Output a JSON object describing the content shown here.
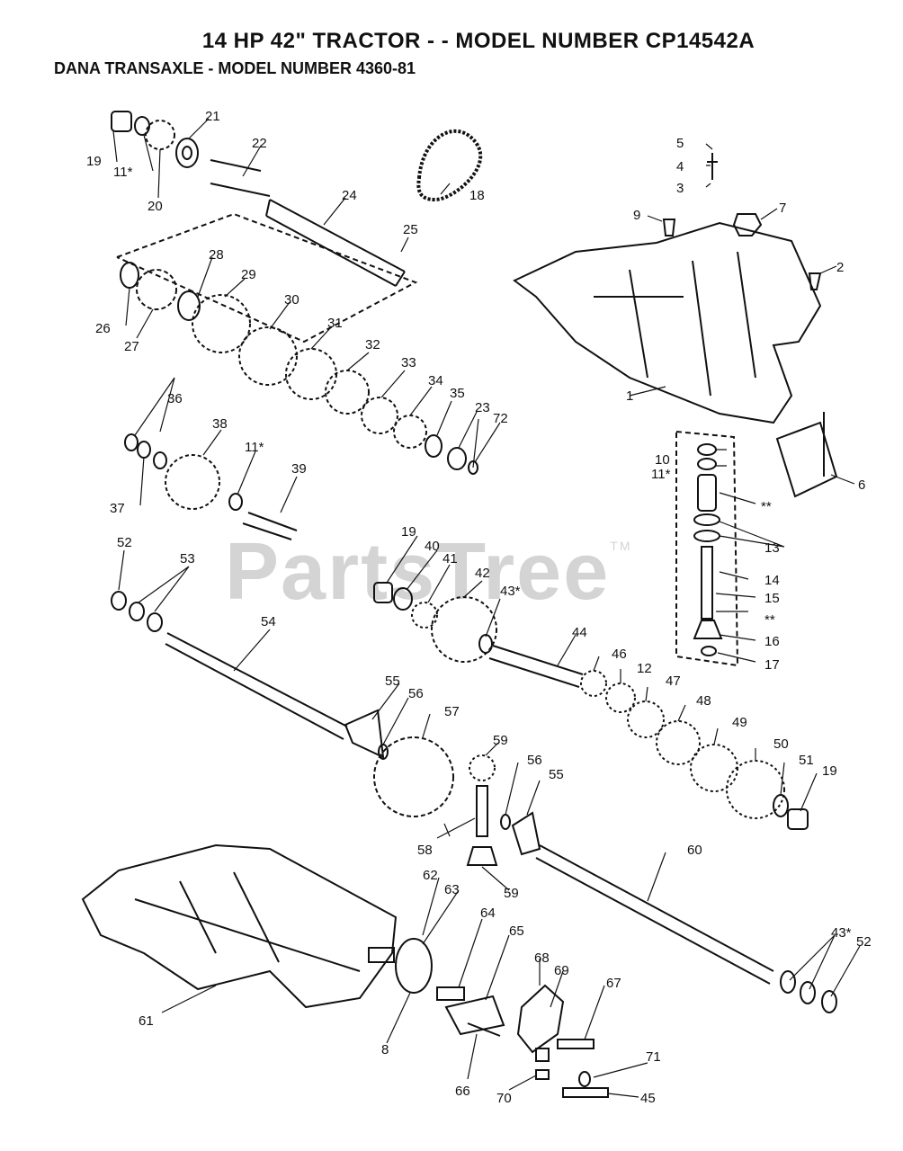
{
  "title": "14 HP 42\" TRACTOR - - MODEL NUMBER CP14542A",
  "subtitle": "DANA TRANSAXLE - MODEL NUMBER 4360-81",
  "watermark": "PartsTree",
  "watermark_tm": "TM",
  "callouts": [
    "1",
    "2",
    "3",
    "4",
    "5",
    "6",
    "7",
    "8",
    "9",
    "10",
    "11*",
    "11*",
    "11*",
    "12",
    "13",
    "14",
    "15",
    "**",
    "**",
    "16",
    "17",
    "18",
    "19",
    "19",
    "19",
    "20",
    "21",
    "22",
    "23",
    "24",
    "25",
    "26",
    "27",
    "28",
    "29",
    "30",
    "31",
    "32",
    "33",
    "34",
    "35",
    "36",
    "37",
    "38",
    "39",
    "40",
    "41",
    "42",
    "43*",
    "43*",
    "44",
    "45",
    "46",
    "47",
    "48",
    "49",
    "50",
    "51",
    "52",
    "52",
    "53",
    "54",
    "55",
    "55",
    "56",
    "56",
    "57",
    "58",
    "59",
    "59",
    "60",
    "61",
    "62",
    "63",
    "64",
    "65",
    "66",
    "67",
    "68",
    "69",
    "70",
    "71",
    "72"
  ]
}
